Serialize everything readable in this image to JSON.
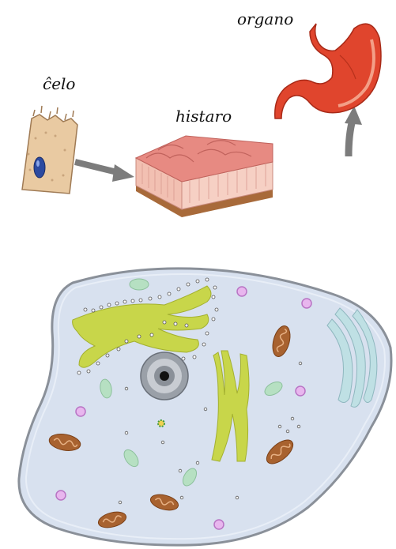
{
  "labels": {
    "cell": "ĉelo",
    "tissue": "histaro",
    "organ": "organo"
  },
  "icons": {
    "cell": "epithelial-cell-icon",
    "tissue": "tissue-block-icon",
    "organ": "stomach-icon",
    "arrow1": "arrow-right-icon",
    "arrow2": "arrow-up-icon",
    "cell_diagram": "animal-cell-icon"
  },
  "colors": {
    "cytoplasm": "#d8e1ef",
    "membrane": "#8a9099",
    "er": "#c8d64a",
    "mitochondria": "#a8622f",
    "vesicle": "#b6e0c2",
    "lysosome": "#d88de0",
    "golgi": "#bfe0e4",
    "stomach": "#e0452d",
    "tissue": "#e78a82",
    "arrow": "#7c7c7c"
  }
}
